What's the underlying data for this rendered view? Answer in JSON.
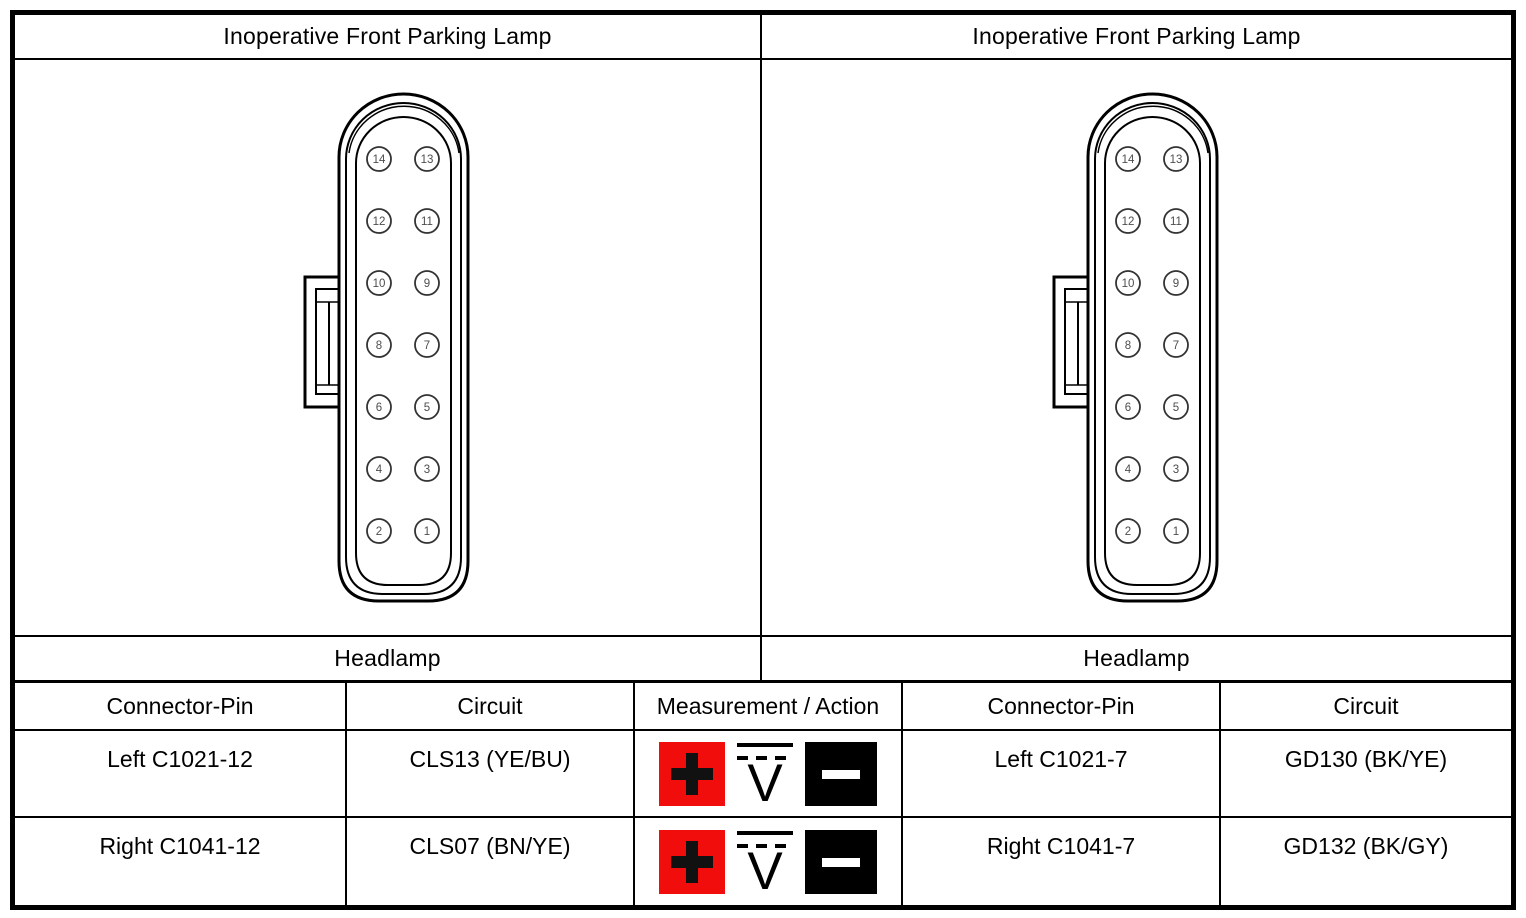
{
  "document": {
    "panels": [
      {
        "title": "Inoperative Front Parking Lamp",
        "caption": "Headlamp"
      },
      {
        "title": "Inoperative Front Parking Lamp",
        "caption": "Headlamp"
      }
    ],
    "connector": {
      "pin_rows": [
        [
          14,
          13
        ],
        [
          12,
          11
        ],
        [
          10,
          9
        ],
        [
          8,
          7
        ],
        [
          6,
          5
        ],
        [
          4,
          3
        ],
        [
          2,
          1
        ]
      ]
    },
    "table": {
      "headers": [
        "Connector-Pin",
        "Circuit",
        "Measurement / Action",
        "Connector-Pin",
        "Circuit"
      ],
      "rows": [
        {
          "connector_pin_left": "Left C1021-12",
          "circuit_left": "CLS13 (YE/BU)",
          "measurement_icons": [
            "positive-lead-icon",
            "dc-voltmeter-icon",
            "negative-lead-icon"
          ],
          "connector_pin_right": "Left C1021-7",
          "circuit_right": "GD130 (BK/YE)"
        },
        {
          "connector_pin_left": "Right C1041-12",
          "circuit_left": "CLS07 (BN/YE)",
          "measurement_icons": [
            "positive-lead-icon",
            "dc-voltmeter-icon",
            "negative-lead-icon"
          ],
          "connector_pin_right": "Right C1041-7",
          "circuit_right": "GD132 (BK/GY)"
        }
      ]
    },
    "icons": {
      "positive_lead": {
        "symbol": "+",
        "color": "#f20d0d",
        "symbol_color": "#111111"
      },
      "dc_voltmeter": {
        "letter": "V"
      },
      "negative_lead": {
        "symbol": "−",
        "color": "#000000",
        "symbol_color": "#ffffff"
      }
    }
  }
}
